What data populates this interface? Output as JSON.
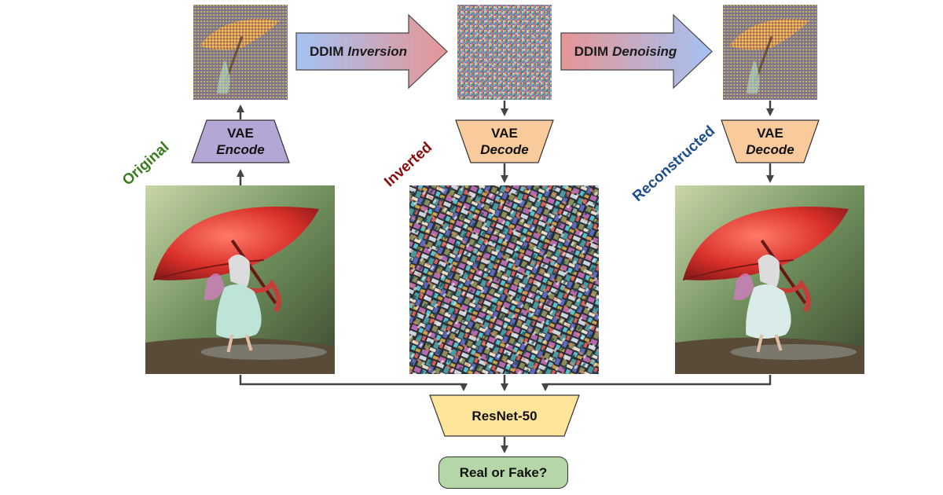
{
  "diagram": {
    "labels": {
      "original": "Original",
      "inverted": "Inverted",
      "reconstructed": "Reconstructed"
    },
    "vae_encode": {
      "title": "VAE",
      "sub": "Encode"
    },
    "vae_decode_inverted": {
      "title": "VAE",
      "sub": "Decode"
    },
    "vae_decode_reconstructed": {
      "title": "VAE",
      "sub": "Decode"
    },
    "ddim_inversion": {
      "prefix": "DDIM",
      "emph": "Inversion"
    },
    "ddim_denoising": {
      "prefix": "DDIM",
      "emph": "Denoising"
    },
    "classifier": "ResNet-50",
    "output": "Real or Fake?"
  },
  "colors": {
    "original_label": "#3a7d1e",
    "inverted_label": "#8b0c0c",
    "reconstructed_label": "#1f4e8c",
    "encode_fill": "#b4a7d6",
    "decode_fill": "#f9cb9c",
    "classifier_fill": "#ffe599",
    "output_fill": "#b5d7a8",
    "arrow_blue": "#a4c2f4",
    "arrow_red": "#e69595",
    "connector": "#444444"
  }
}
